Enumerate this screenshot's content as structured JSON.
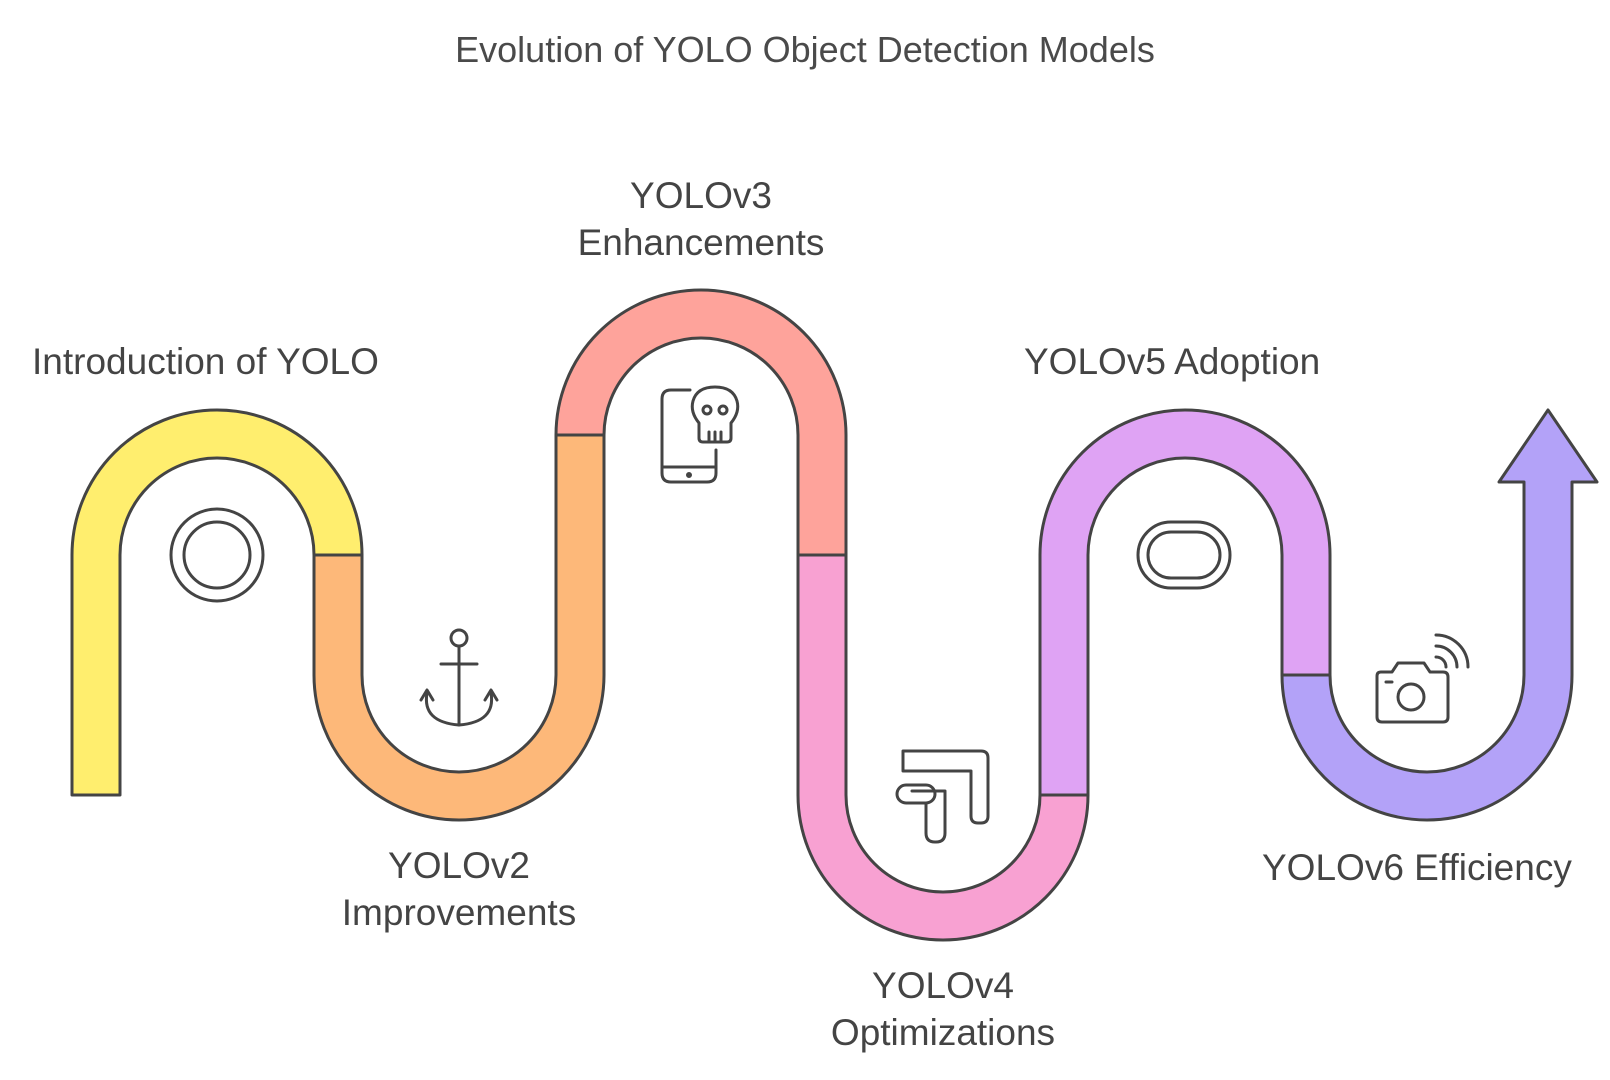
{
  "title": "Evolution of YOLO Object Detection Models",
  "stages": [
    {
      "lines": [
        "Introduction of YOLO"
      ],
      "icon": "ring-icon",
      "color": "#FFEE6E"
    },
    {
      "lines": [
        "YOLOv2",
        "Improvements"
      ],
      "icon": "anchor-icon",
      "color": "#FDB879"
    },
    {
      "lines": [
        "YOLOv3",
        "Enhancements"
      ],
      "icon": "phone-skull-icon",
      "color": "#FEA39B"
    },
    {
      "lines": [
        "YOLOv4",
        "Optimizations"
      ],
      "icon": "flow-pipes-icon",
      "color": "#F8A1D2"
    },
    {
      "lines": [
        "YOLOv5 Adoption"
      ],
      "icon": "pill-button-icon",
      "color": "#DFA3F4"
    },
    {
      "lines": [
        "YOLOv6 Efficiency"
      ],
      "icon": "camera-wireless-icon",
      "color": "#B3A2F8"
    }
  ],
  "outline_color": "#444444"
}
